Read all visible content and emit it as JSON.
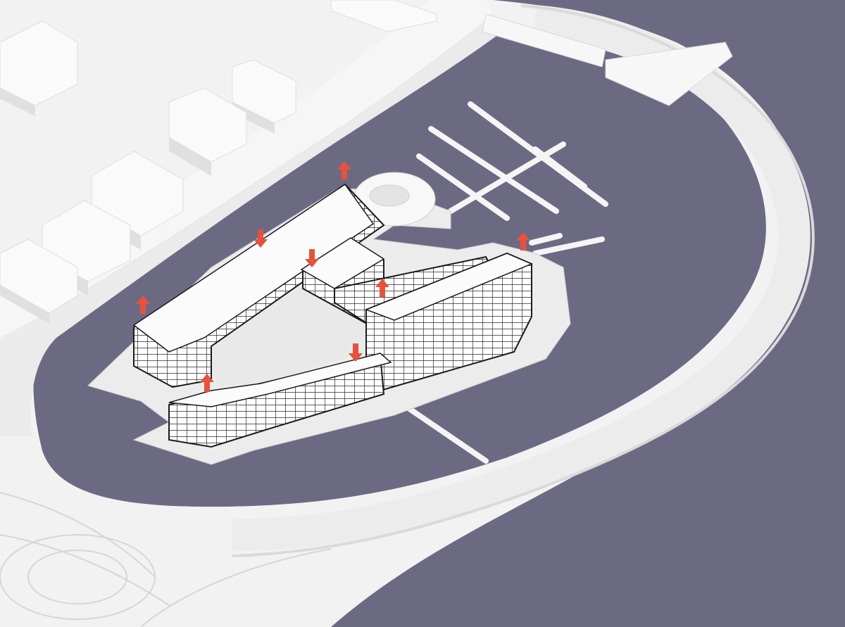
{
  "colors": {
    "water": "#6c6a83",
    "ground": "#f2f2f2",
    "land": "#e8e8e8",
    "building_top": "#fbfbfb",
    "building_side": "#e2e2e2",
    "building_shadow": "#d2d2d2",
    "facade": "#ffffff",
    "outline": "#1b1b1b",
    "arrow": "#e5533d"
  },
  "arrows": [
    {
      "direction": "up"
    },
    {
      "direction": "down"
    },
    {
      "direction": "down"
    },
    {
      "direction": "up"
    },
    {
      "direction": "up"
    },
    {
      "direction": "down"
    },
    {
      "direction": "up"
    }
  ]
}
